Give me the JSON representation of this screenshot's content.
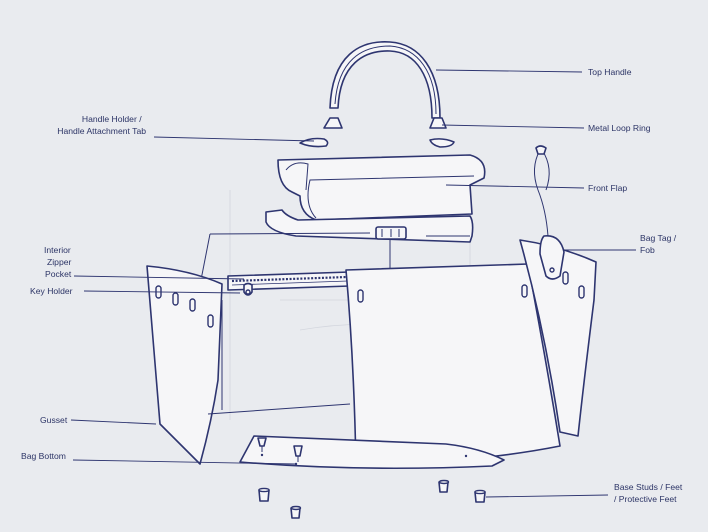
{
  "diagram": {
    "labels": {
      "top_handle": [
        "Top Handle"
      ],
      "handle_holder": [
        "Handle Holder /",
        "Handle Attachment Tab"
      ],
      "metal_loop_ring": [
        "Metal Loop Ring"
      ],
      "front_flap": [
        "Front Flap"
      ],
      "bag_tag": [
        "Bag Tag /",
        "Fob"
      ],
      "interior_zipper_pocket": [
        "Interior",
        "Zipper",
        "Pocket"
      ],
      "key_holder": [
        "Key Holder"
      ],
      "gusset": [
        "Gusset"
      ],
      "bag_bottom": [
        "Bag Bottom"
      ],
      "base_studs": [
        "Base Studs / Feet",
        "/ Protective Feet"
      ]
    },
    "colors": {
      "line": "#2e3570",
      "text": "#2c3466",
      "paper": "#e9ebef",
      "part_fill": "#f6f6f8"
    }
  }
}
